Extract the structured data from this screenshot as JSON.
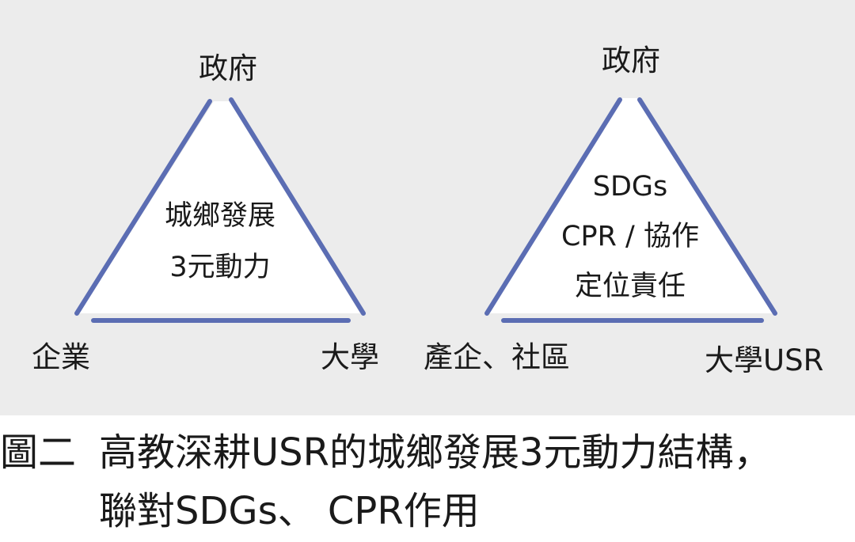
{
  "left_triangle": {
    "top": "政府",
    "bottom_left": "企業",
    "bottom_right": "大學",
    "center_line1": "城鄉發展",
    "center_line2": "3元動力"
  },
  "right_triangle": {
    "top": "政府",
    "bottom_left": "產企、社區",
    "bottom_right": "大學USR",
    "center_line1": "SDGs",
    "center_line2": "CPR / 協作",
    "center_line3": "定位責任"
  },
  "caption": {
    "prefix": "圖二",
    "line1": "高教深耕USR的城鄉發展3元動力結構，",
    "line2": "聯對SDGs、 CPR作用"
  },
  "colors": {
    "edge": "#5b6db3",
    "fill": "#ffffff",
    "background": "#ececec"
  }
}
